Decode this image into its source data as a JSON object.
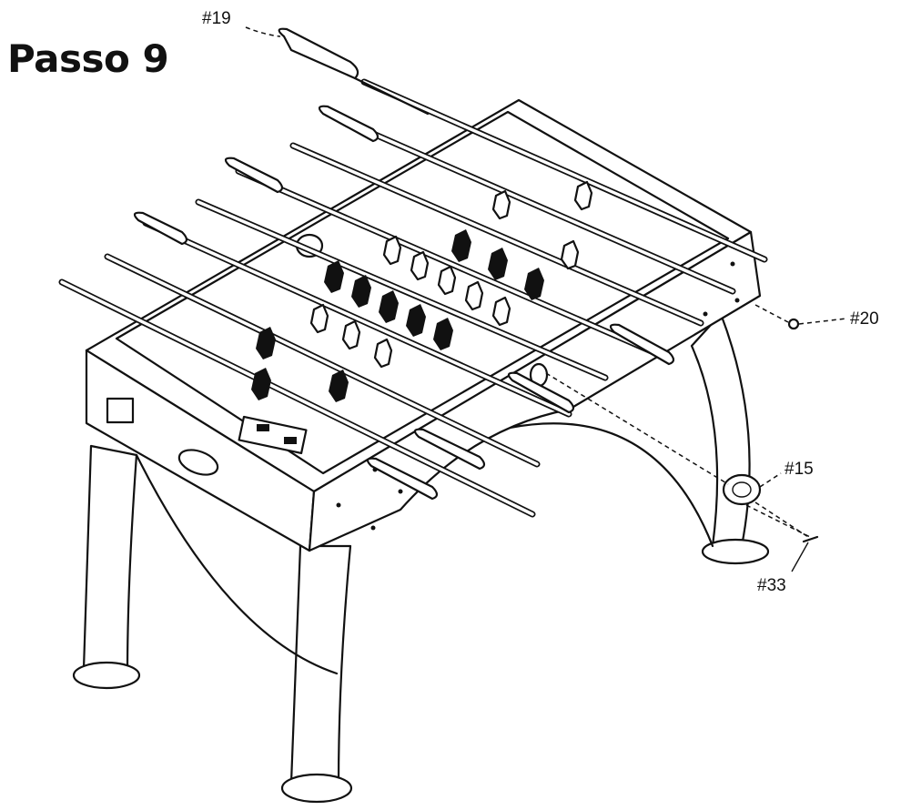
{
  "step_title": "Passo 9",
  "callouts": {
    "part19": "#19",
    "part20": "#20",
    "part15": "#15",
    "part33": "#33"
  },
  "colors": {
    "line": "#111111",
    "background": "#ffffff"
  }
}
